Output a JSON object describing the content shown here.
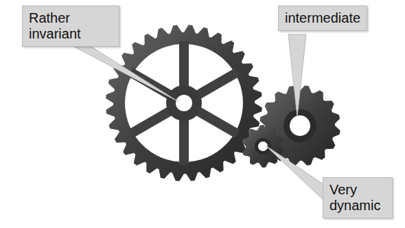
{
  "diagram": {
    "nodes": [
      {
        "text": [
          "Rather invariant"
        ]
      },
      {
        "text": [
          "intermediate"
        ]
      },
      {
        "text": [
          "Very dynamic"
        ]
      }
    ]
  }
}
